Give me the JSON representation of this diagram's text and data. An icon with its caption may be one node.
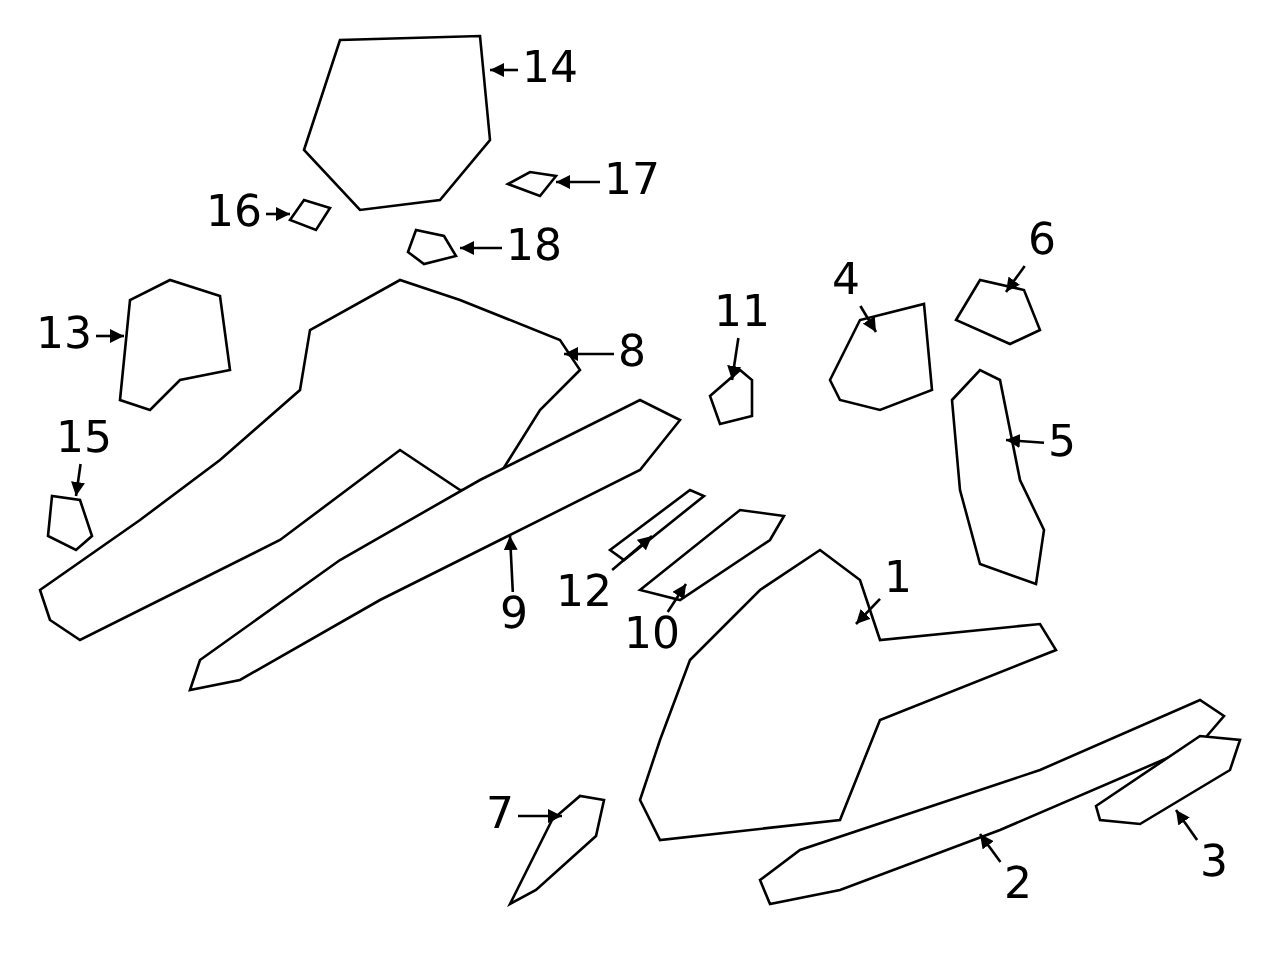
{
  "diagram": {
    "nodes": [
      {
        "text": [],
        "shape": "picture"
      },
      {
        "text": [],
        "shape": "picture"
      },
      {
        "text": [],
        "shape": "picture"
      },
      {
        "text": [],
        "shape": "picture"
      },
      {
        "text": [],
        "shape": "picture"
      },
      {
        "text": [],
        "shape": "picture"
      },
      {
        "text": [],
        "shape": "picture"
      },
      {
        "text": [],
        "shape": "picture"
      },
      {
        "text": [],
        "shape": "picture"
      },
      {
        "text": [],
        "shape": "picture"
      },
      {
        "text": [],
        "shape": "picture"
      },
      {
        "text": [],
        "shape": "picture"
      },
      {
        "text": [],
        "shape": "picture"
      },
      {
        "text": [],
        "shape": "picture"
      },
      {
        "text": [],
        "shape": "picture"
      },
      {
        "text": [],
        "shape": "picture"
      },
      {
        "text": [],
        "shape": "picture"
      },
      {
        "text": [],
        "shape": "picture"
      },
      {
        "text": [
          "1"
        ]
      },
      {
        "text": [
          "2"
        ]
      },
      {
        "text": [
          "3"
        ]
      },
      {
        "text": [
          "4"
        ]
      },
      {
        "text": [
          "5"
        ]
      },
      {
        "text": [
          "6"
        ]
      },
      {
        "text": [
          "7"
        ]
      },
      {
        "text": [
          "8"
        ]
      },
      {
        "text": [
          "9"
        ]
      },
      {
        "text": [
          "10"
        ]
      },
      {
        "text": [
          "11"
        ]
      },
      {
        "text": [
          "12"
        ]
      },
      {
        "text": [
          "13"
        ]
      },
      {
        "text": [
          "14"
        ]
      },
      {
        "text": [
          "15"
        ]
      },
      {
        "text": [
          "16"
        ]
      },
      {
        "text": [
          "17"
        ]
      },
      {
        "text": [
          "18"
        ]
      }
    ],
    "edges": [
      {
        "from": 18,
        "to": 0,
        "arrow": "to"
      },
      {
        "from": 19,
        "to": 1,
        "arrow": "to"
      },
      {
        "from": 20,
        "to": 2,
        "arrow": "to"
      },
      {
        "from": 21,
        "to": 3,
        "arrow": "to"
      },
      {
        "from": 22,
        "to": 4,
        "arrow": "to"
      },
      {
        "from": 23,
        "to": 5,
        "arrow": "to"
      },
      {
        "from": 24,
        "to": 6,
        "arrow": "to"
      },
      {
        "from": 25,
        "to": 7,
        "arrow": "to"
      },
      {
        "from": 26,
        "to": 8,
        "arrow": "to"
      },
      {
        "from": 27,
        "to": 9,
        "arrow": "to"
      },
      {
        "from": 28,
        "to": 10,
        "arrow": "to"
      },
      {
        "from": 29,
        "to": 11,
        "arrow": "to"
      },
      {
        "from": 30,
        "to": 12,
        "arrow": "to"
      },
      {
        "from": 31,
        "to": 13,
        "arrow": "to"
      },
      {
        "from": 32,
        "to": 14,
        "arrow": "to"
      },
      {
        "from": 33,
        "to": 15,
        "arrow": "to"
      },
      {
        "from": 34,
        "to": 16,
        "arrow": "to"
      },
      {
        "from": 35,
        "to": 17,
        "arrow": "to"
      }
    ]
  }
}
